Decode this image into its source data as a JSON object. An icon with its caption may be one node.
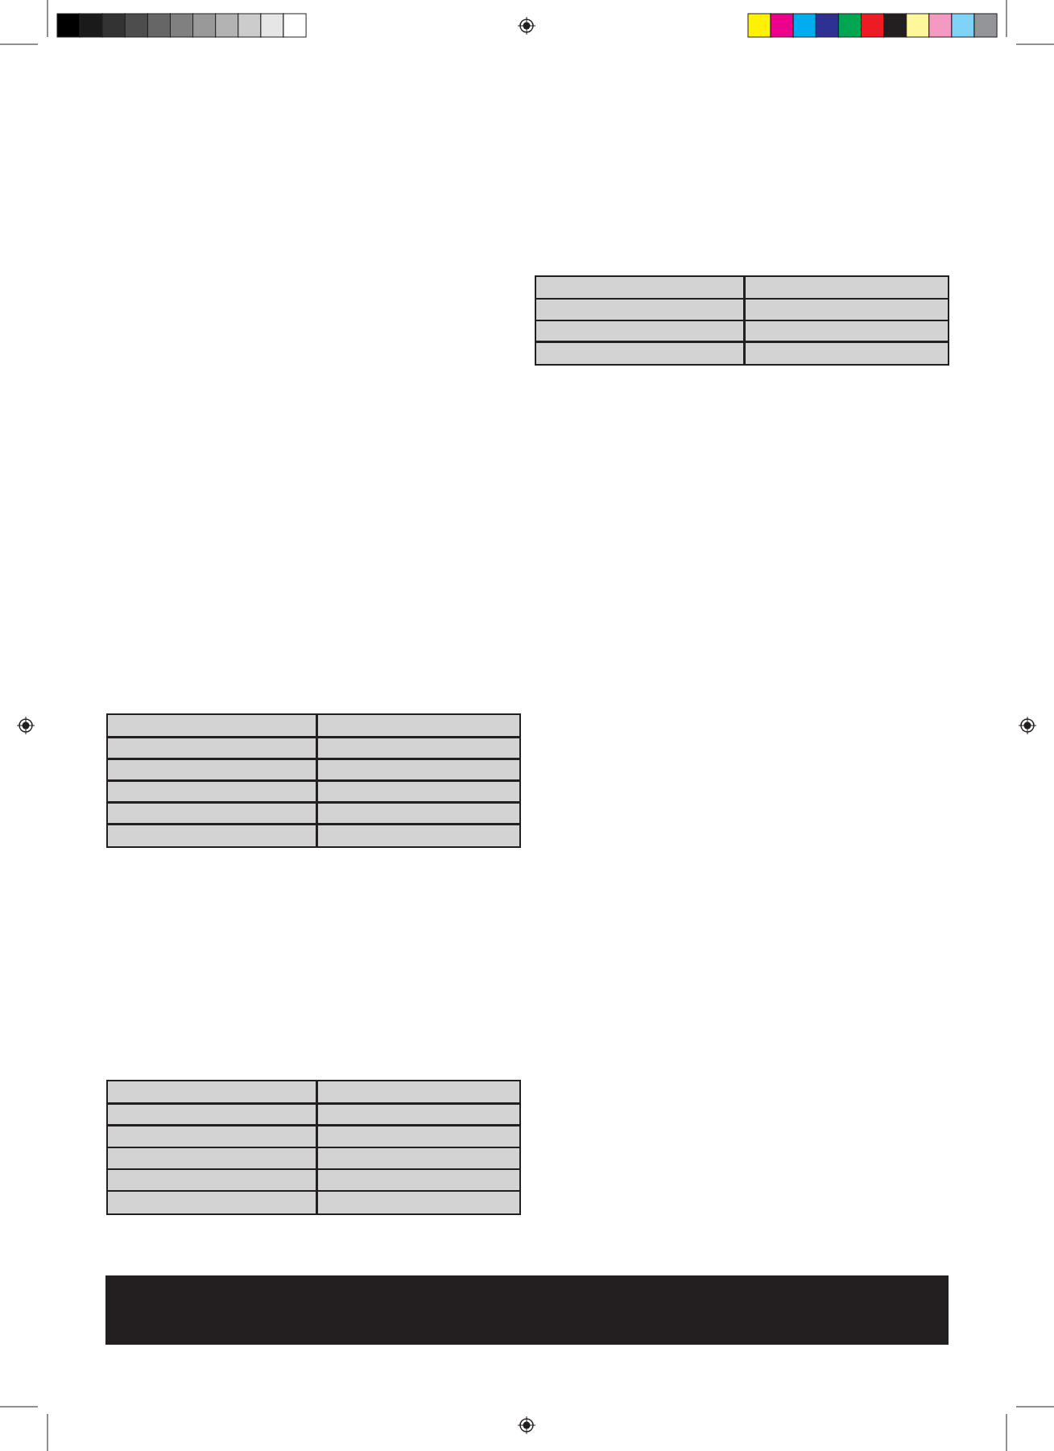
{
  "diagram": {
    "nodes": [
      {
        "text": [],
        "shape": "table"
      },
      {
        "text": [],
        "shape": "table"
      },
      {
        "text": [],
        "shape": "table"
      },
      {
        "text": [],
        "shape": "bar"
      }
    ]
  }
}
